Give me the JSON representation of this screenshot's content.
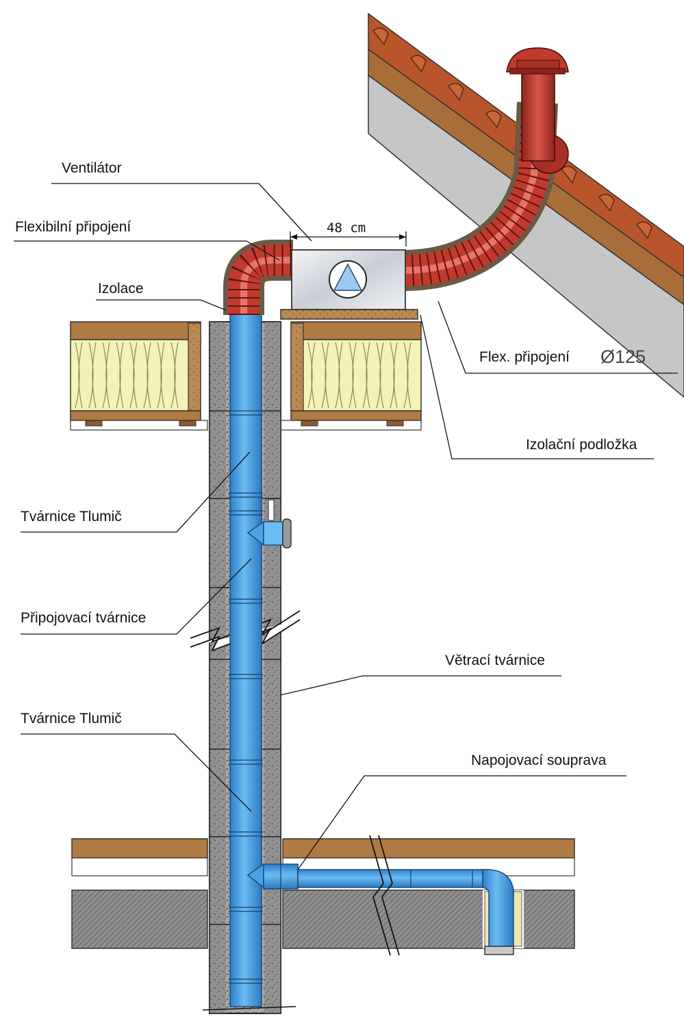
{
  "labels": {
    "ventilator": "Ventilátor",
    "flexibilni_pripojeni": "Flexibilní připojení",
    "izolace": "Izolace",
    "flex_pripojeni": "Flex. připojení",
    "diameter": "Ø125",
    "izolacni_podlozka": "Izolační podložka",
    "tvarnice_tlumic_1": "Tvárnice Tlumič",
    "pripojovaci_tvarnice": "Připojovací tvárnice",
    "vetraci_tvarnice": "Větrací tvárnice",
    "tvarnice_tlumic_2": "Tvárnice Tlumič",
    "napojovaci_souprava": "Napojovací souprava",
    "dimension_48": "48 cm"
  },
  "colors": {
    "duct_blue": "#4aa3e6",
    "duct_red": "#c23a2e",
    "wood": "#b07a43",
    "insulation": "#f4f2b8",
    "concrete": "#8c8c8c",
    "roof_slab": "#c9c9c9",
    "fan_box": "#d9dde2"
  },
  "icons": {
    "fan": "fan-triangle-icon"
  }
}
